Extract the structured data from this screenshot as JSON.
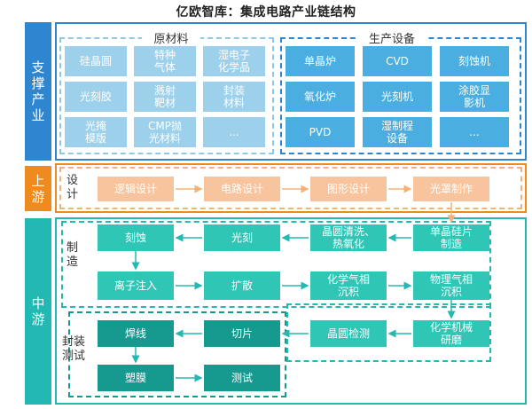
{
  "title": "亿欧智库：集成电路产业链结构",
  "sections": {
    "support": "支撑产业",
    "upstream": "上游",
    "midstream": "中游"
  },
  "support": {
    "materials_label": "原材料",
    "equipment_label": "生产设备",
    "materials": [
      [
        "硅晶圆",
        "特种\n气体",
        "湿电子\n化学品"
      ],
      [
        "光刻胶",
        "溅射\n靶材",
        "封装\n材料"
      ],
      [
        "光掩\n模版",
        "CMP抛\n光材料",
        "..."
      ]
    ],
    "equipment": [
      [
        "单晶炉",
        "CVD",
        "刻蚀机"
      ],
      [
        "氧化炉",
        "光刻机",
        "涂胶显\n影机"
      ],
      [
        "PVD",
        "湿制程\n设备",
        "..."
      ]
    ]
  },
  "upstream": {
    "label": "设\n计",
    "steps": [
      "逻辑设计",
      "电路设计",
      "图形设计",
      "光罩制作"
    ]
  },
  "midstream": {
    "manufacturing_label": "制\n造",
    "packaging_label": "封装\n测试",
    "row1": [
      "刻蚀",
      "光刻",
      "晶圆清洗、\n热氧化",
      "单晶硅片\n制造"
    ],
    "row2": [
      "离子注入",
      "扩散",
      "化学气相\n沉积",
      "物理气相\n沉积"
    ],
    "row3": [
      "焊线",
      "切片",
      "晶圆检测",
      "化学机械\n研磨"
    ],
    "row4": [
      "塑膜",
      "测试"
    ]
  },
  "colors": {
    "support": "#2e86d1",
    "upstream": "#ee8a1e",
    "midstream": "#23b8b1",
    "packaging": "#16998e"
  }
}
